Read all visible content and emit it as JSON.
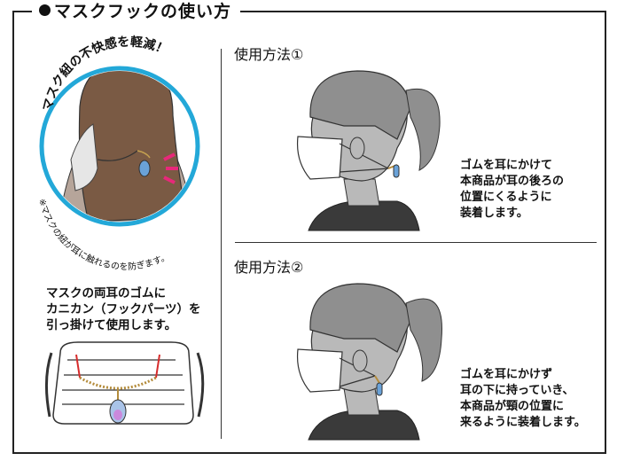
{
  "heading": "マスクフックの使い方",
  "left": {
    "circle_caption": "マスク紐の不快感を軽減！",
    "circle_note": "※マスクの紐が耳に触れるのを防ぎます。",
    "hook_text": "マスクの両耳のゴムに\nカニカン（フックパーツ）を\n引っ掛けて使用します。"
  },
  "method1": {
    "label": "使用方法①",
    "text": "ゴムを耳にかけて\n本商品が耳の後ろの\n位置にくるように\n装着します。"
  },
  "method2": {
    "label": "使用方法②",
    "text": "ゴムを耳にかけず\n耳の下に持っていき、\n本商品が頸の位置に\n来るように装着します。"
  },
  "colors": {
    "hair_brown": "#7a5a44",
    "hair_gray": "#8f8f8f",
    "face_gray": "#b9b9b9",
    "shirt_dark": "#3a3a3a",
    "circle_ring": "#23a8d8",
    "accent_pink": "#e8287a",
    "cord_red": "#d62b2b",
    "charm_blue": "#6aa2d8"
  }
}
